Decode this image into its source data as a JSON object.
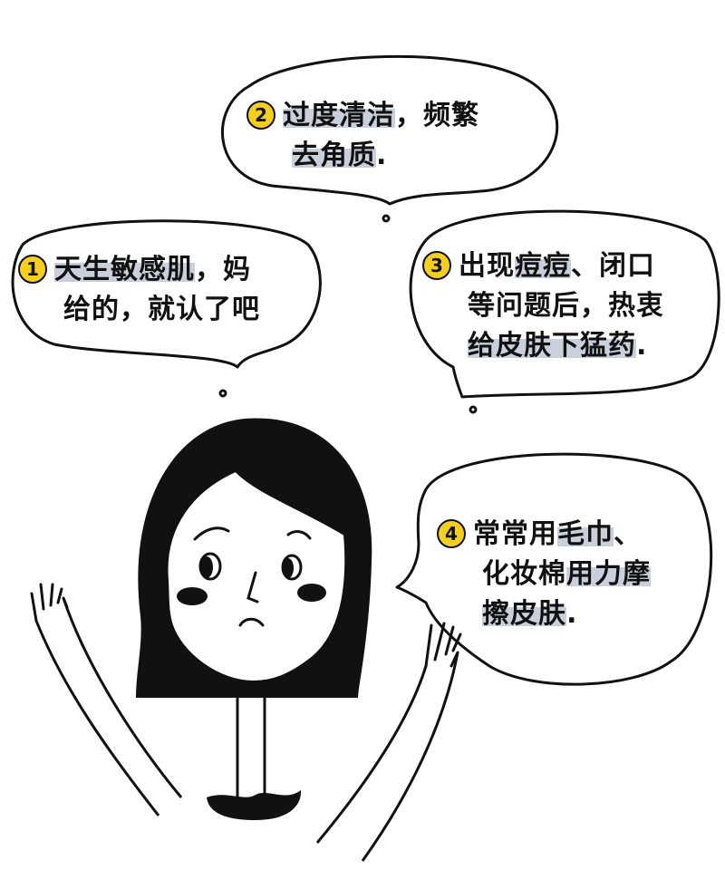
{
  "colors": {
    "highlight": "#c9d0dc",
    "badge": "#f5cf1f",
    "ink": "#111111",
    "cheek": "#111111"
  },
  "bubbles": [
    {
      "number": "1",
      "lines": [
        {
          "hl": "天生敏感肌",
          "rest": "，妈"
        },
        {
          "hl": "",
          "rest": "给的，就认了吧"
        }
      ]
    },
    {
      "number": "2",
      "lines": [
        {
          "hl": "过度清洁",
          "rest": "，频繁"
        },
        {
          "hl": "去角质",
          "rest": "."
        }
      ]
    },
    {
      "number": "3",
      "lines": [
        {
          "pre": "出现",
          "hl": "痘痘",
          "rest": "、闭口"
        },
        {
          "pre": "等问题后，热衷",
          "hl": "",
          "rest": ""
        },
        {
          "pre": "",
          "hl": "给皮肤下猛药",
          "rest": "."
        }
      ]
    },
    {
      "number": "4",
      "lines": [
        {
          "pre": "常常用",
          "hl": "毛巾",
          "rest": "、"
        },
        {
          "pre": "化妆棉",
          "hl": "用力摩",
          "rest": ""
        },
        {
          "pre": "",
          "hl": "擦皮肤",
          "rest": "."
        }
      ]
    }
  ],
  "figure": {
    "description_icon": "worried-girl-illustration"
  }
}
